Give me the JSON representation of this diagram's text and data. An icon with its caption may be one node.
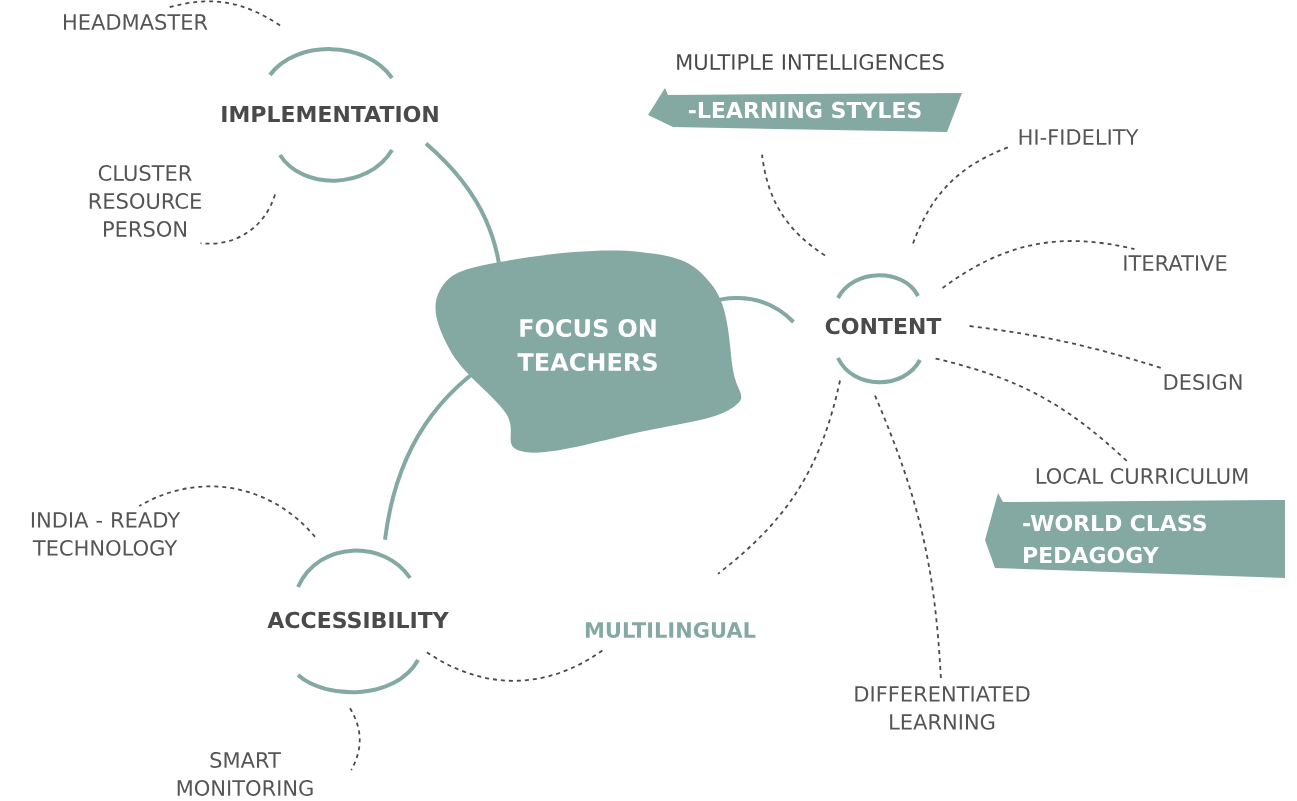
{
  "diagram": {
    "nodes": [
      {
        "text": [
          "FOCUS  ON TEACHERS"
        ]
      },
      {
        "text": [
          "IMPLEMENTATION"
        ]
      },
      {
        "text": [
          "HEADMASTER"
        ]
      },
      {
        "text": [
          "CLUSTER RESOURCE PERSON"
        ]
      },
      {
        "text": [
          "CONTENT"
        ]
      },
      {
        "text": [
          "MULTIPLE INTELLIGENCES",
          "-LEARNING STYLES"
        ]
      },
      {
        "text": [
          "HI-FIDELITY"
        ]
      },
      {
        "text": [
          "ITERATIVE"
        ]
      },
      {
        "text": [
          "DESIGN"
        ]
      },
      {
        "text": [
          "LOCAL CURRICULUM",
          "-WORLD CLASS PEDAGOGY"
        ]
      },
      {
        "text": [
          "DIFFERENTIATED LEARNING"
        ]
      },
      {
        "text": [
          "MULTILINGUAL"
        ]
      },
      {
        "text": [
          "ACCESSIBILITY"
        ]
      },
      {
        "text": [
          "INDIA - READY TECHNOLOGY"
        ]
      },
      {
        "text": [
          "SMART MONITORING"
        ]
      }
    ],
    "edges": [
      {
        "from": 0,
        "to": 1,
        "arrow": "none",
        "style": "thick",
        "color": "#84a9a3"
      },
      {
        "from": 0,
        "to": 4,
        "arrow": "none",
        "style": "thick",
        "color": "#84a9a3"
      },
      {
        "from": 0,
        "to": 12,
        "arrow": "none",
        "style": "thick",
        "color": "#84a9a3"
      },
      {
        "from": 1,
        "to": 2,
        "arrow": "none",
        "style": "dashed"
      },
      {
        "from": 1,
        "to": 3,
        "arrow": "none",
        "style": "dashed"
      },
      {
        "from": 4,
        "to": 5,
        "arrow": "none",
        "style": "dashed"
      },
      {
        "from": 4,
        "to": 6,
        "arrow": "none",
        "style": "dashed"
      },
      {
        "from": 4,
        "to": 7,
        "arrow": "none",
        "style": "dashed"
      },
      {
        "from": 4,
        "to": 8,
        "arrow": "none",
        "style": "dashed"
      },
      {
        "from": 4,
        "to": 9,
        "arrow": "none",
        "style": "dashed"
      },
      {
        "from": 4,
        "to": 10,
        "arrow": "none",
        "style": "dashed"
      },
      {
        "from": 4,
        "to": 11,
        "arrow": "none",
        "style": "dashed"
      },
      {
        "from": 12,
        "to": 11,
        "arrow": "none",
        "style": "dashed"
      },
      {
        "from": 12,
        "to": 13,
        "arrow": "none",
        "style": "dashed"
      },
      {
        "from": 12,
        "to": 14,
        "arrow": "none",
        "style": "dashed"
      }
    ]
  }
}
